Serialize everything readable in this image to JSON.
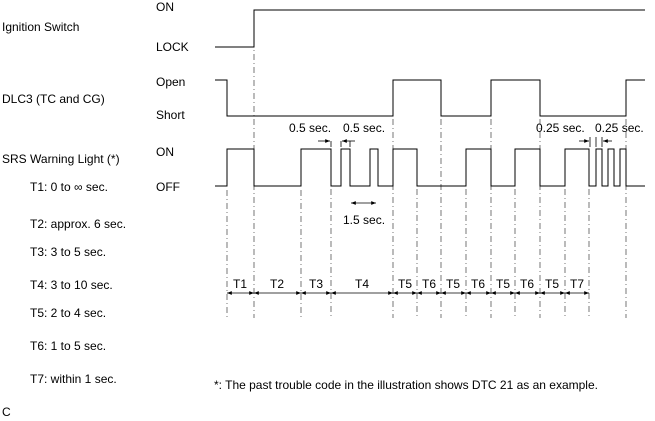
{
  "signals": [
    {
      "name": "Ignition Switch",
      "high": "ON",
      "low": "LOCK"
    },
    {
      "name": "DLC3 (TC and CG)",
      "high": "Open",
      "low": "Short"
    },
    {
      "name": "SRS Warning Light (*)",
      "high": "ON",
      "low": "OFF"
    }
  ],
  "durations": {
    "d1": "0.5 sec.",
    "d2": "0.5 sec.",
    "d3": "1.5 sec.",
    "d4": "0.25 sec.",
    "d5": "0.25 sec."
  },
  "legend": [
    {
      "key": "T1",
      "text": "T1: 0 to ∞ sec."
    },
    {
      "key": "T2",
      "text": "T2: approx. 6 sec."
    },
    {
      "key": "T3",
      "text": "T3: 3 to 5 sec."
    },
    {
      "key": "T4",
      "text": "T4: 3 to 10 sec."
    },
    {
      "key": "T5",
      "text": "T5: 2 to 4 sec."
    },
    {
      "key": "T6",
      "text": "T6: 1 to 5 sec."
    },
    {
      "key": "T7",
      "text": "T7: within 1 sec."
    }
  ],
  "timeline": [
    "T1",
    "T2",
    "T3",
    "T4",
    "T5",
    "T6",
    "T5",
    "T6",
    "T5",
    "T6",
    "T5",
    "T7"
  ],
  "footnote": "*: The past trouble code in the illustration shows DTC 21 as an example.",
  "figure_code": "C",
  "colors": {
    "line": "#000000",
    "dashed": "#555555"
  }
}
